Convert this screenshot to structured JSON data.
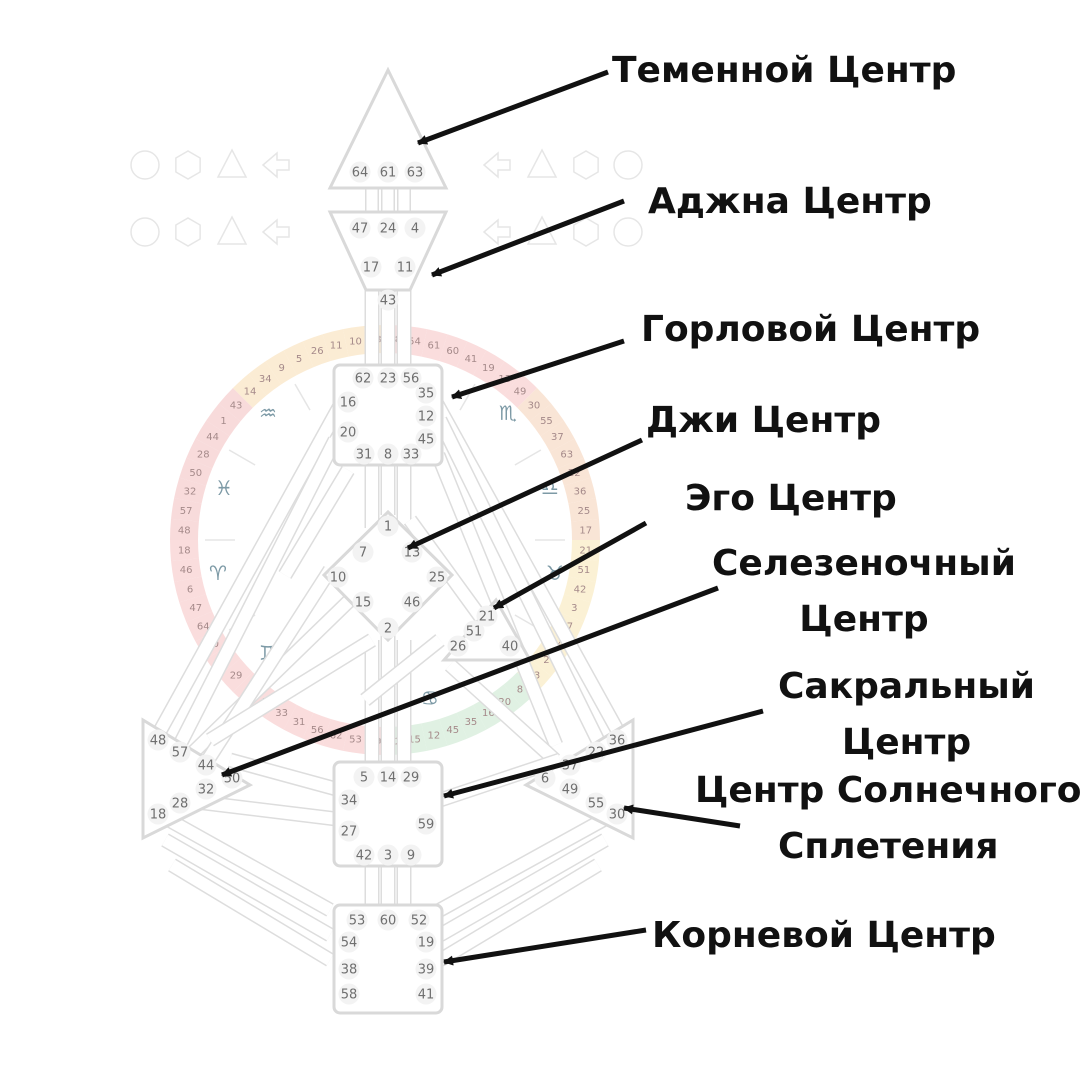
{
  "labels": [
    {
      "id": "head",
      "lines": [
        "Теменной Центр"
      ]
    },
    {
      "id": "ajna",
      "lines": [
        "Аджна Центр"
      ]
    },
    {
      "id": "throat",
      "lines": [
        "Горловой Центр"
      ]
    },
    {
      "id": "g",
      "lines": [
        "Джи Центр"
      ]
    },
    {
      "id": "ego",
      "lines": [
        "Эго Центр"
      ]
    },
    {
      "id": "spleen",
      "lines": [
        "Селезеночный",
        "Центр"
      ]
    },
    {
      "id": "sacral",
      "lines": [
        "Сакральный",
        "Центр"
      ]
    },
    {
      "id": "solar",
      "lines": [
        "Центр Солнечного",
        "Сплетения"
      ]
    },
    {
      "id": "root",
      "lines": [
        "Корневой Центр"
      ]
    }
  ],
  "gates": {
    "head": [
      "64",
      "61",
      "63"
    ],
    "ajna": [
      "47",
      "24",
      "4",
      "17",
      "11",
      "43"
    ],
    "throat": [
      "62",
      "23",
      "56",
      "16",
      "35",
      "12",
      "20",
      "45",
      "31",
      "8",
      "33"
    ],
    "g": [
      "1",
      "7",
      "13",
      "10",
      "25",
      "15",
      "46",
      "2"
    ],
    "ego": [
      "21",
      "51",
      "26",
      "40"
    ],
    "spleen": [
      "48",
      "57",
      "44",
      "50",
      "32",
      "28",
      "18"
    ],
    "sacral": [
      "5",
      "14",
      "29",
      "34",
      "27",
      "59",
      "42",
      "3",
      "9"
    ],
    "solar": [
      "36",
      "22",
      "37",
      "6",
      "49",
      "55",
      "30"
    ],
    "root": [
      "53",
      "60",
      "52",
      "54",
      "19",
      "38",
      "39",
      "58",
      "41"
    ]
  },
  "wheel_numbers": [
    "38",
    "54",
    "61",
    "60",
    "41",
    "19",
    "13",
    "49",
    "30",
    "55",
    "37",
    "63",
    "22",
    "36",
    "25",
    "17",
    "21",
    "51",
    "42",
    "3",
    "27",
    "24",
    "2",
    "23",
    "8",
    "20",
    "16",
    "35",
    "45",
    "12",
    "15",
    "52",
    "39",
    "53",
    "62",
    "56",
    "31",
    "33",
    "7",
    "4",
    "29",
    "59",
    "40",
    "64",
    "47",
    "6",
    "46",
    "18",
    "48",
    "57",
    "32",
    "50",
    "28",
    "44",
    "1",
    "43",
    "14",
    "34",
    "9",
    "5",
    "26",
    "11",
    "10",
    "58"
  ],
  "zodiac_symbols": [
    "♒",
    "♏",
    "♓",
    "♎",
    "♈",
    "♉",
    "♊",
    "♋"
  ]
}
